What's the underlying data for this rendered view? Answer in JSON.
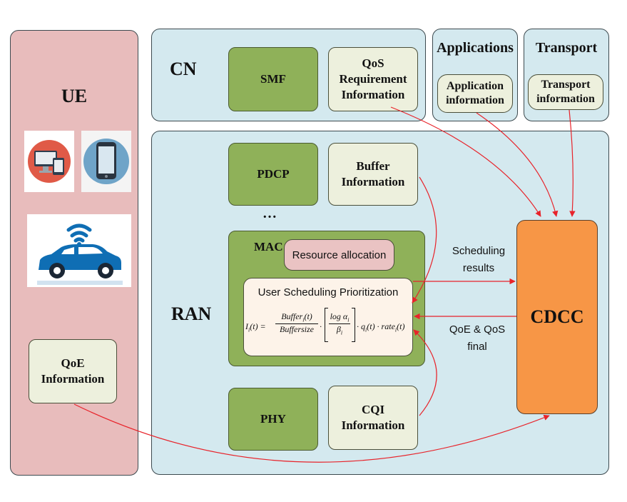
{
  "ue": {
    "title": "UE",
    "qoe_info": "QoE Information",
    "icons": [
      "devices-icon",
      "smartphone-icon",
      "connected-car-icon"
    ]
  },
  "cn": {
    "title": "CN",
    "smf": "SMF",
    "qos_info": "QoS Requirement Information"
  },
  "applications": {
    "title": "Applications",
    "info": "Application information"
  },
  "transport": {
    "title": "Transport",
    "info": "Transport information"
  },
  "ran": {
    "title": "RAN",
    "pdcp": "PDCP",
    "buffer_info": "Buffer Information",
    "ellipsis": "…",
    "mac": {
      "title": "MAC",
      "resource_allocation": "Resource allocation",
      "scheduler_title": "User Scheduling Prioritization",
      "formula": {
        "lhs": "I",
        "lhs_sub": "i",
        "lhs_arg": "(t) =",
        "num": "Buffer",
        "num_sub": "i",
        "num_arg": "(t)",
        "den": "Buffersize",
        "dot1": "·",
        "log_num": "log α",
        "log_num_sub": "i",
        "log_den": "β",
        "log_den_sub": "i",
        "tail": "· q",
        "tail_sub": "i",
        "tail_arg": "(t) · rate",
        "tail_sub2": "i",
        "tail_arg2": "(t)"
      }
    },
    "phy": "PHY",
    "cqi_info": "CQI Information"
  },
  "cdcc": {
    "title": "CDCC"
  },
  "arrows": {
    "scheduling_results": "Scheduling results",
    "qoe_qos_final": "QoE & QoS final"
  },
  "colors": {
    "panel_blue": "#d4e9ef",
    "panel_ue": "#e8bcbc",
    "green_block": "#8fb159",
    "cream_block": "#edf0dd",
    "cdcc": "#f79646",
    "resource_alloc": "#eac3c3",
    "arrow": "#e8232a"
  }
}
